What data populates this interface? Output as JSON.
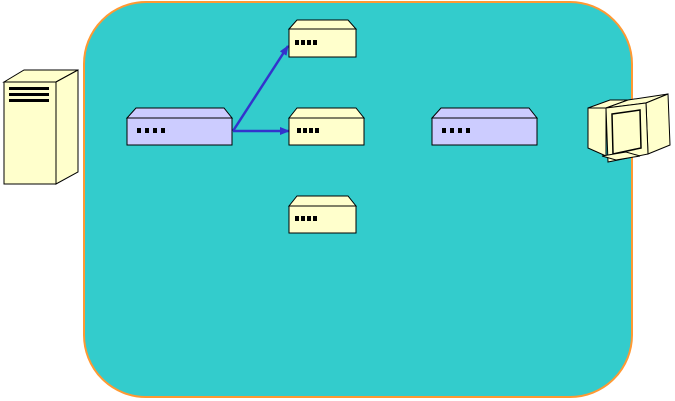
{
  "colors": {
    "background": "#ffffff",
    "network_cloud_fill": "#33cccc",
    "network_cloud_border": "#ff9933",
    "switch_fill": "#ccccff",
    "device_fill": "#ffffcc",
    "outline": "#000000",
    "link_arrow": "#3333cc"
  },
  "nodes": [
    {
      "id": "server",
      "kind": "server-tower",
      "icon": "server-icon"
    },
    {
      "id": "workstation",
      "kind": "desktop-computer",
      "icon": "monitor-icon"
    },
    {
      "id": "switch-left",
      "kind": "network-switch",
      "icon": "switch-icon"
    },
    {
      "id": "switch-right",
      "kind": "network-switch",
      "icon": "switch-icon"
    },
    {
      "id": "device-top",
      "kind": "network-device",
      "icon": "hub-icon"
    },
    {
      "id": "device-middle",
      "kind": "network-device",
      "icon": "hub-icon"
    },
    {
      "id": "device-bottom",
      "kind": "network-device",
      "icon": "hub-icon"
    }
  ],
  "links": [
    {
      "from": "switch-left",
      "to": "device-top",
      "arrow": "end"
    },
    {
      "from": "switch-left",
      "to": "device-middle",
      "arrow": "end"
    }
  ]
}
